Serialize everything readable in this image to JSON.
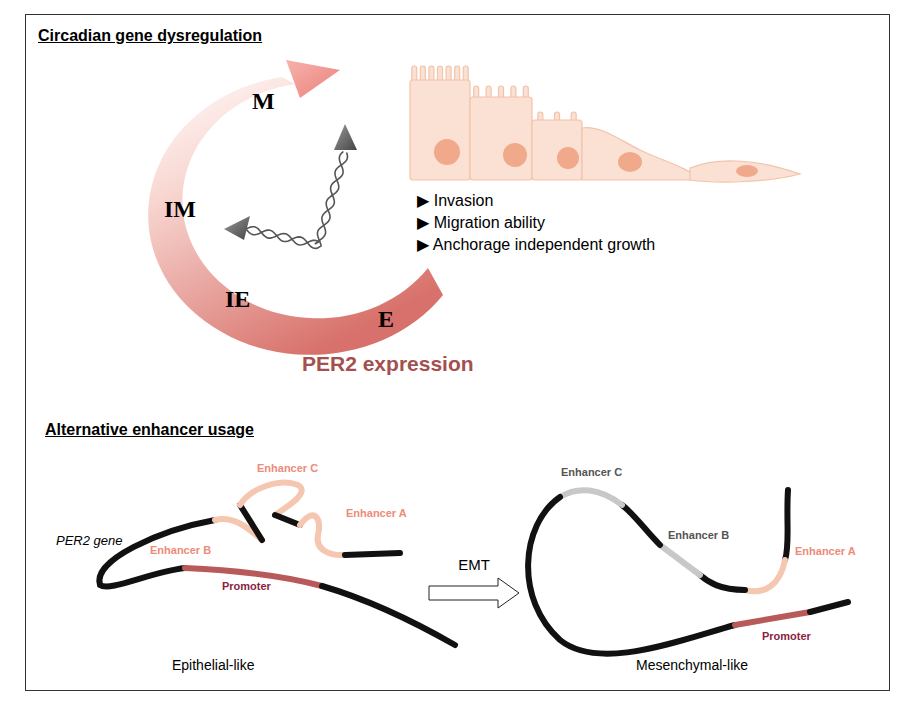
{
  "diagram": {
    "nodes": [
      {
        "text": [
          "EMT"
        ]
      }
    ],
    "labels": [
      "Circadian gene dysregulation",
      "M",
      "IM",
      "IE",
      "E",
      "PER2 expression",
      "▶ Invasion",
      "▶ Migration ability",
      "▶ Anchorage independent growth",
      "Alternative enhancer usage",
      "Enhancer C",
      "Enhancer A",
      "PER2 gene",
      "Enhancer B",
      "Promoter",
      "Epithelial-like",
      "Enhancer C",
      "Enhancer B",
      "Enhancer A",
      "Promoter",
      "Mesenchymal-like"
    ]
  }
}
